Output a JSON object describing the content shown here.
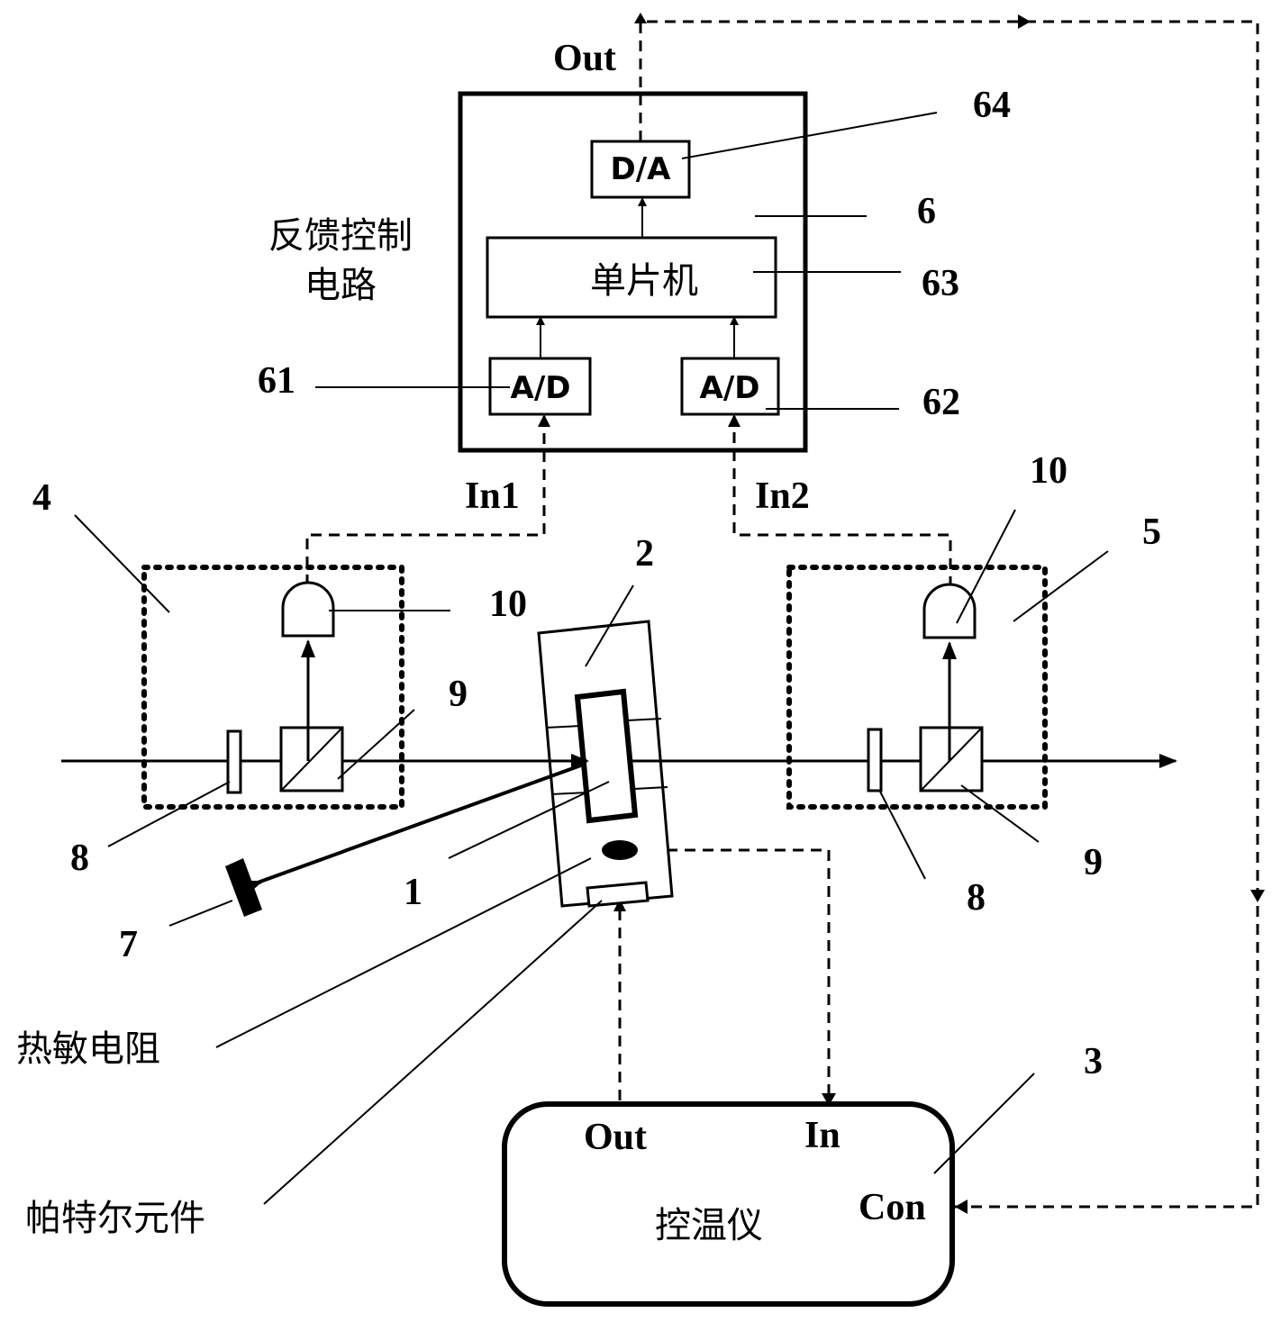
{
  "feedback_circuit": {
    "name": "反馈控制电路",
    "name_line1": "反馈控制",
    "name_line2": "电路",
    "da_label": "D/A",
    "mcu_label": "单片机",
    "ad1_label": "A/D",
    "ad2_label": "A/D",
    "out_label": "Out",
    "in1_label": "In1",
    "in2_label": "In2"
  },
  "temperature_controller": {
    "name": "控温仪",
    "out_label": "Out",
    "in_label": "In",
    "con_label": "Con"
  },
  "component_labels": {
    "thermistor": "热敏电阻",
    "peltier": "帕特尔元件"
  },
  "reference_numbers": {
    "n64": "64",
    "n6": "6",
    "n63": "63",
    "n61": "61",
    "n62": "62",
    "n4": "4",
    "n10_left": "10",
    "n10_right": "10",
    "n5": "5",
    "n2": "2",
    "n9_left": "9",
    "n9_right": "9",
    "n8_left": "8",
    "n8_right": "8",
    "n1": "1",
    "n7": "7",
    "n3": "3"
  }
}
